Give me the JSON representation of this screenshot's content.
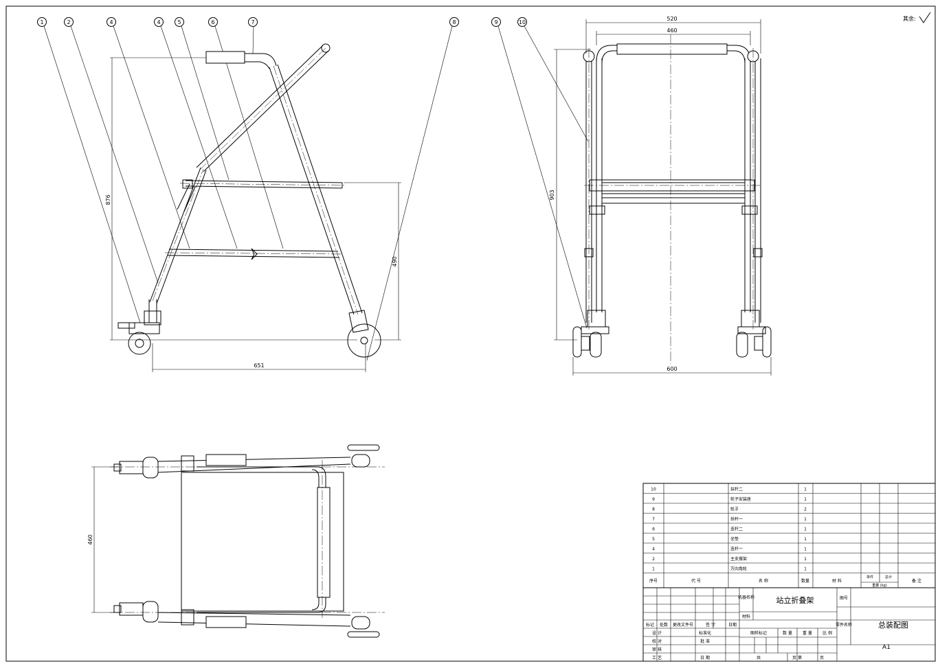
{
  "sheet": {
    "roughness_label": "其余:"
  },
  "balloons": [
    "1",
    "2",
    "4",
    "4",
    "5",
    "6",
    "7",
    "8",
    "9",
    "10"
  ],
  "dimensions": {
    "side_height": "876",
    "side_seat_height": "490",
    "side_length": "651",
    "front_outer_width": "520",
    "front_inner_width": "460",
    "front_height": "903",
    "front_base_width": "600",
    "top_width": "460"
  },
  "parts_list": {
    "rows": [
      {
        "no": "10",
        "code": "",
        "name": "扶杆二",
        "qty": "1"
      },
      {
        "no": "9",
        "code": "",
        "name": "轮子安装座",
        "qty": "1"
      },
      {
        "no": "8",
        "code": "",
        "name": "轮子",
        "qty": "2"
      },
      {
        "no": "7",
        "code": "",
        "name": "扶杆一",
        "qty": "1"
      },
      {
        "no": "6",
        "code": "",
        "name": "连杆二",
        "qty": "1"
      },
      {
        "no": "5",
        "code": "",
        "name": "坐垫",
        "qty": "1"
      },
      {
        "no": "4",
        "code": "",
        "name": "连杆一",
        "qty": "1"
      },
      {
        "no": "2",
        "code": "",
        "name": "主支撑架",
        "qty": "1"
      },
      {
        "no": "1",
        "code": "",
        "name": "万向角轮",
        "qty": "1"
      }
    ],
    "header": {
      "no": "序号",
      "code": "代 号",
      "name": "名 称",
      "qty": "数量",
      "material": "材 料",
      "unit_weight": "单件",
      "total_weight": "总计",
      "weight": "重量 (kg)",
      "remark": "备 注"
    }
  },
  "title_block": {
    "product_name_label": "机器名称",
    "product_name": "站立折叠架",
    "drawing_no_label": "图号",
    "material_label": "材料",
    "part_name_label": "零件名称",
    "part_name": "总装配图",
    "sheet_size": "A1",
    "rev_headers": [
      "标记",
      "处数",
      "更改文件号",
      "签 字",
      "日期"
    ],
    "roles": [
      "设 计",
      "校 对",
      "审 核",
      "工 艺"
    ],
    "role_cols": [
      "标准化",
      "批 准",
      "日 期"
    ],
    "stage_cols": [
      "图样标记",
      "数 量",
      "重 量",
      "比 例"
    ],
    "total": "共",
    "sheet": "页 第",
    "page": "页"
  }
}
